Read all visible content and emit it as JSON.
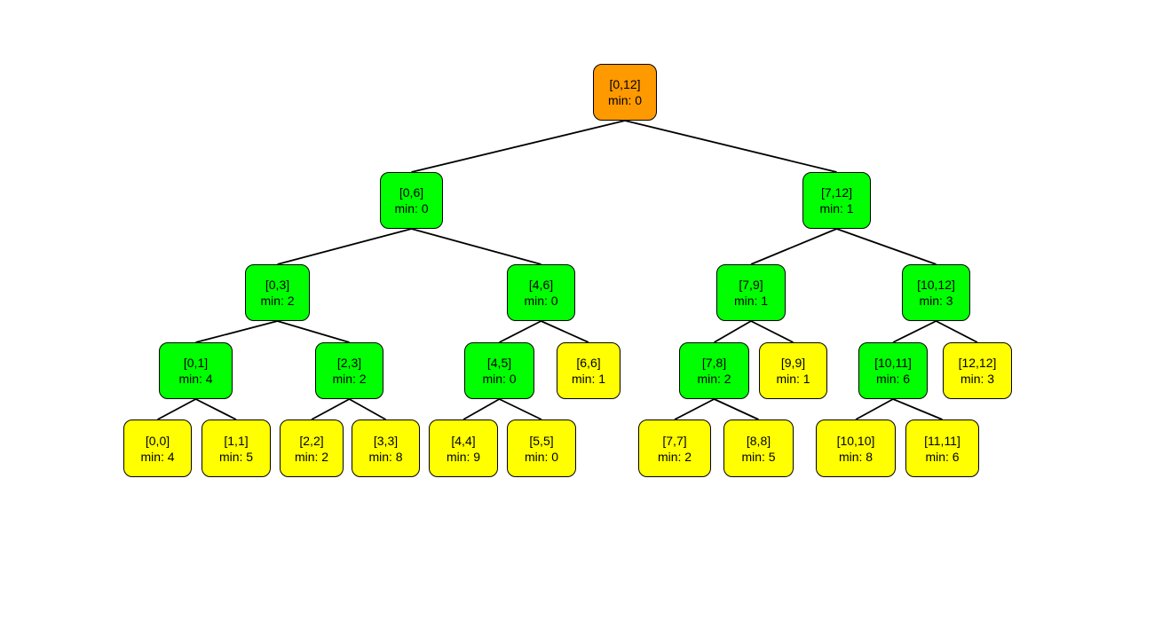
{
  "colors": {
    "root": "#FF9900",
    "internal": "#00FF00",
    "leaf": "#FFFF00",
    "edge": "#000000"
  },
  "nodes": [
    {
      "id": "n0_12",
      "range": "[0,12]",
      "min": "min: 0",
      "kind": "root"
    },
    {
      "id": "n0_6",
      "range": "[0,6]",
      "min": "min: 0",
      "kind": "internal"
    },
    {
      "id": "n7_12",
      "range": "[7,12]",
      "min": "min: 1",
      "kind": "internal"
    },
    {
      "id": "n0_3",
      "range": "[0,3]",
      "min": "min: 2",
      "kind": "internal"
    },
    {
      "id": "n4_6",
      "range": "[4,6]",
      "min": "min: 0",
      "kind": "internal"
    },
    {
      "id": "n7_9",
      "range": "[7,9]",
      "min": "min: 1",
      "kind": "internal"
    },
    {
      "id": "n10_12",
      "range": "[10,12]",
      "min": "min: 3",
      "kind": "internal"
    },
    {
      "id": "n0_1",
      "range": "[0,1]",
      "min": "min: 4",
      "kind": "internal"
    },
    {
      "id": "n2_3",
      "range": "[2,3]",
      "min": "min: 2",
      "kind": "internal"
    },
    {
      "id": "n4_5",
      "range": "[4,5]",
      "min": "min: 0",
      "kind": "internal"
    },
    {
      "id": "n6_6",
      "range": "[6,6]",
      "min": "min: 1",
      "kind": "leaf"
    },
    {
      "id": "n7_8",
      "range": "[7,8]",
      "min": "min: 2",
      "kind": "internal"
    },
    {
      "id": "n9_9",
      "range": "[9,9]",
      "min": "min: 1",
      "kind": "leaf"
    },
    {
      "id": "n10_11",
      "range": "[10,11]",
      "min": "min: 6",
      "kind": "internal"
    },
    {
      "id": "n12_12",
      "range": "[12,12]",
      "min": "min: 3",
      "kind": "leaf"
    },
    {
      "id": "n0_0",
      "range": "[0,0]",
      "min": "min: 4",
      "kind": "leaf"
    },
    {
      "id": "n1_1",
      "range": "[1,1]",
      "min": "min: 5",
      "kind": "leaf"
    },
    {
      "id": "n2_2",
      "range": "[2,2]",
      "min": "min: 2",
      "kind": "leaf"
    },
    {
      "id": "n3_3",
      "range": "[3,3]",
      "min": "min: 8",
      "kind": "leaf"
    },
    {
      "id": "n4_4",
      "range": "[4,4]",
      "min": "min: 9",
      "kind": "leaf"
    },
    {
      "id": "n5_5",
      "range": "[5,5]",
      "min": "min: 0",
      "kind": "leaf"
    },
    {
      "id": "n7_7",
      "range": "[7,7]",
      "min": "min: 2",
      "kind": "leaf"
    },
    {
      "id": "n8_8",
      "range": "[8,8]",
      "min": "min: 5",
      "kind": "leaf"
    },
    {
      "id": "n10_10",
      "range": "[10,10]",
      "min": "min: 8",
      "kind": "leaf"
    },
    {
      "id": "n11_11",
      "range": "[11,11]",
      "min": "min: 6",
      "kind": "leaf"
    }
  ],
  "edges": [
    [
      "n0_12",
      "n0_6"
    ],
    [
      "n0_12",
      "n7_12"
    ],
    [
      "n0_6",
      "n0_3"
    ],
    [
      "n0_6",
      "n4_6"
    ],
    [
      "n7_12",
      "n7_9"
    ],
    [
      "n7_12",
      "n10_12"
    ],
    [
      "n0_3",
      "n0_1"
    ],
    [
      "n0_3",
      "n2_3"
    ],
    [
      "n4_6",
      "n4_5"
    ],
    [
      "n4_6",
      "n6_6"
    ],
    [
      "n7_9",
      "n7_8"
    ],
    [
      "n7_9",
      "n9_9"
    ],
    [
      "n10_12",
      "n10_11"
    ],
    [
      "n10_12",
      "n12_12"
    ],
    [
      "n0_1",
      "n0_0"
    ],
    [
      "n0_1",
      "n1_1"
    ],
    [
      "n2_3",
      "n2_2"
    ],
    [
      "n2_3",
      "n3_3"
    ],
    [
      "n4_5",
      "n4_4"
    ],
    [
      "n4_5",
      "n5_5"
    ],
    [
      "n7_8",
      "n7_7"
    ],
    [
      "n7_8",
      "n8_8"
    ],
    [
      "n10_11",
      "n10_10"
    ],
    [
      "n10_11",
      "n11_11"
    ]
  ]
}
